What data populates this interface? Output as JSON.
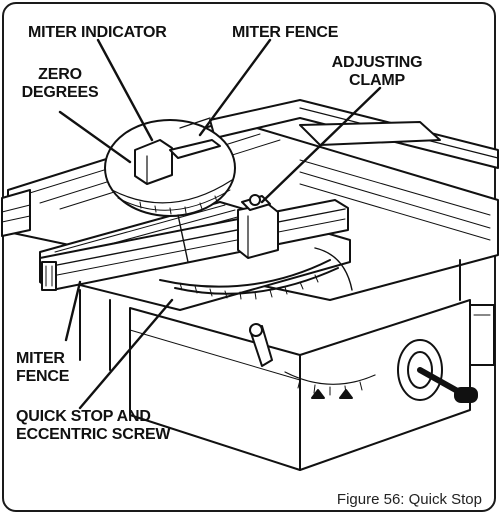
{
  "figure": {
    "caption": "Figure 56: Quick Stop"
  },
  "callouts": {
    "miter_indicator": "MITER INDICATOR",
    "miter_fence_top": "MITER FENCE",
    "adjusting_clamp_line1": "ADJUSTING",
    "adjusting_clamp_line2": "CLAMP",
    "zero_degrees_line1": "ZERO",
    "zero_degrees_line2": "DEGREES",
    "miter_fence_left_line1": "MITER",
    "miter_fence_left_line2": "FENCE",
    "quick_stop_line1": "QUICK STOP AND",
    "quick_stop_line2": "ECCENTRIC SCREW"
  },
  "colors": {
    "ink": "#111111",
    "paper": "#ffffff",
    "border": "#1a1a1a"
  }
}
